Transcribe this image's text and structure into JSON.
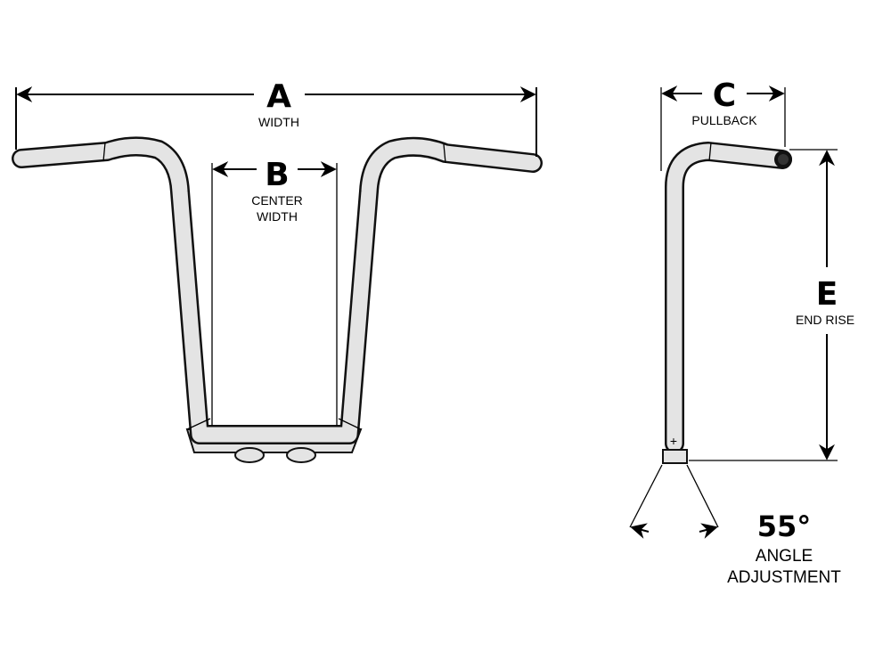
{
  "diagram": {
    "title": "Handlebar dimensions",
    "dimensions": [
      {
        "letter": "A",
        "label": "WIDTH"
      },
      {
        "letter": "B",
        "label_line1": "CENTER",
        "label_line2": "WIDTH"
      },
      {
        "letter": "C",
        "label": "PULLBACK"
      },
      {
        "letter": "E",
        "label": "END RISE"
      }
    ],
    "angle": {
      "value": "55°",
      "label_line1": "ANGLE",
      "label_line2": "ADJUSTMENT"
    }
  }
}
